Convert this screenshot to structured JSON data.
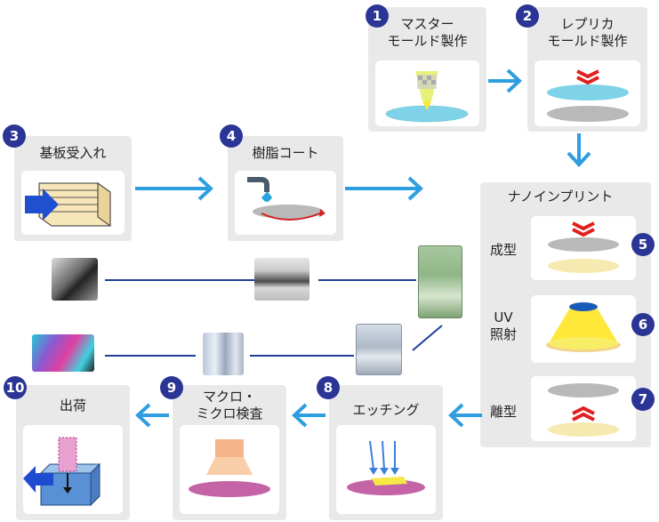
{
  "steps": [
    {
      "num": "1",
      "title_line1": "マスター",
      "title_line2": "モールド製作"
    },
    {
      "num": "2",
      "title_line1": "レプリカ",
      "title_line2": "モールド製作"
    },
    {
      "num": "3",
      "title": "基板受入れ"
    },
    {
      "num": "4",
      "title": "樹脂コート"
    },
    {
      "num": "5",
      "label": "成型"
    },
    {
      "num": "6",
      "label_line1": "UV",
      "label_line2": "照射"
    },
    {
      "num": "7",
      "label": "離型"
    },
    {
      "num": "8",
      "title": "エッチング"
    },
    {
      "num": "9",
      "title_line1": "マクロ・",
      "title_line2": "ミクロ検査"
    },
    {
      "num": "10",
      "title": "出荷"
    }
  ],
  "nanoimprint_title": "ナノインプリント",
  "colors": {
    "badge": "#2b3596",
    "arrow": "#2f9ee0",
    "card_bg": "#e9e9e9",
    "connector_line": "#1f3f9a",
    "resin": "#f6eab0",
    "wafer": "#b9b9b9",
    "mold_pattern": "#7fd3e8",
    "uv": "#ffe83a",
    "chevron": "#e02020",
    "etch_pattern": "#b0308a"
  },
  "icons": [
    "wafer-stack-icon",
    "resin-dispense-icon",
    "mold-press-icon",
    "uv-lamp-icon",
    "release-icon",
    "etch-arrows-icon",
    "inspection-lens-icon",
    "shipping-box-icon"
  ]
}
